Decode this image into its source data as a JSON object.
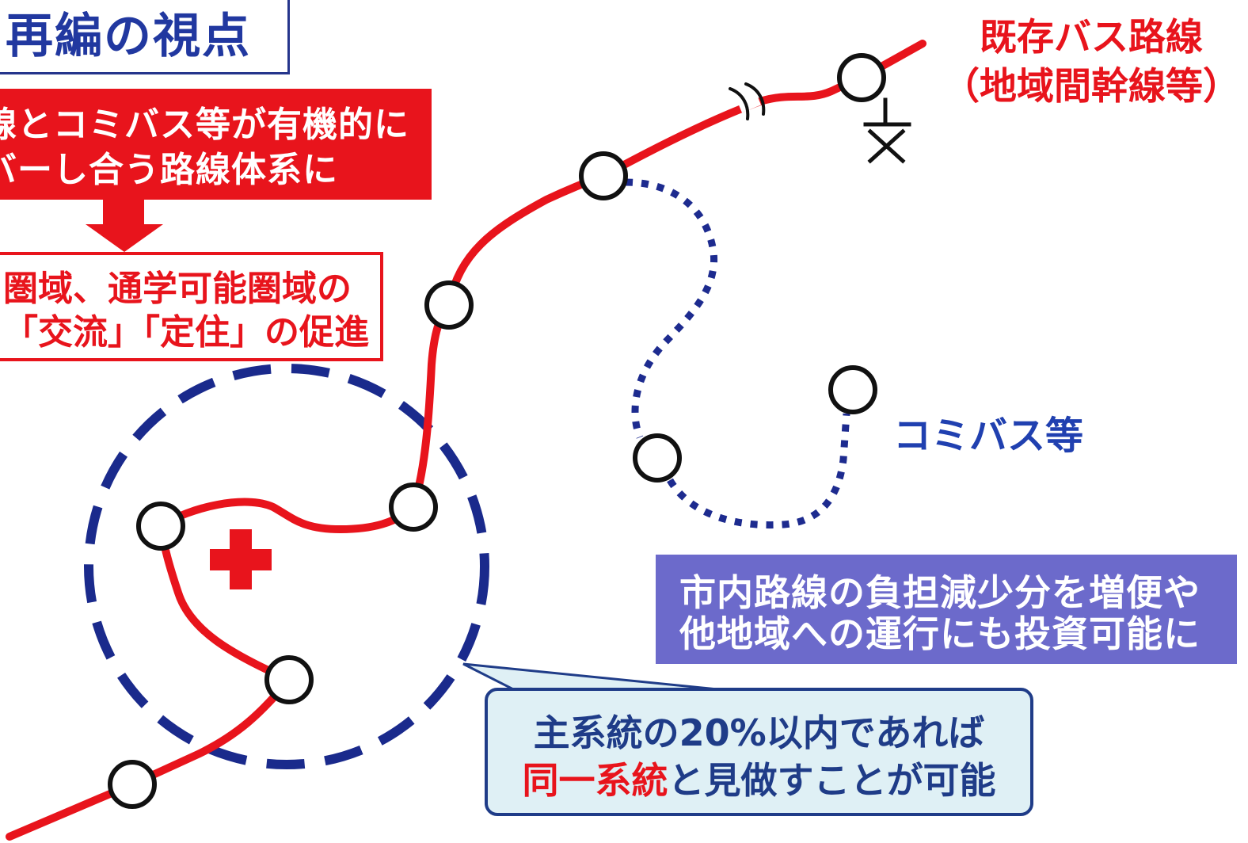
{
  "title_box": {
    "text": "再編の視点"
  },
  "red_banner": {
    "lines": [
      "線とコミバス等が有機的に",
      "バーし合う路線体系に"
    ]
  },
  "goal_box": {
    "lines": [
      "圏域、通学可能圏域の",
      "「交流」「定住」の促進"
    ]
  },
  "existing_route_label": {
    "lines": [
      "既存バス路線",
      "（地域間幹線等）"
    ]
  },
  "community_bus_label": {
    "text": "コミバス等"
  },
  "investment_box": {
    "lines": [
      "市内路線の負担減少分を増便や",
      "他地域への運行にも投資可能に"
    ]
  },
  "callout": {
    "line1": "主系統の20%以内であれば",
    "line2_highlight": "同一系統",
    "line2_rest": "と見做すことが可能"
  },
  "icons": {
    "hospital": "red-cross-icon",
    "school": "school-icon",
    "arrow": "down-arrow-icon",
    "route_break": "route-break-icon",
    "bus_stop": "bus-stop-circle-icon"
  },
  "colors": {
    "existing_route": "#e8141c",
    "community_route": "#1d2b8f",
    "catchment_circle": "#1a2a8c",
    "investment_box": "#6c6acb",
    "callout_bg": "#dff0f5",
    "callout_text": "#1f3c88",
    "highlight": "#e8141c",
    "label_blue": "#2040b0",
    "title_blue": "#2138a0"
  }
}
